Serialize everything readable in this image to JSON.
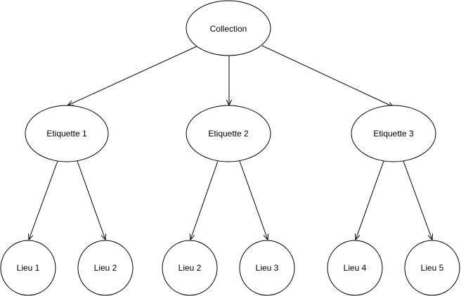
{
  "diagram": {
    "root": {
      "label": "Collection"
    },
    "tags": [
      {
        "label": "Etiquette 1",
        "places": [
          {
            "label": "Lieu 1"
          },
          {
            "label": "Lieu 2"
          }
        ]
      },
      {
        "label": "Etiquette 2",
        "places": [
          {
            "label": "Lieu 2"
          },
          {
            "label": "Lieu 3"
          }
        ]
      },
      {
        "label": "Etiquette 3",
        "places": [
          {
            "label": "Lieu 4"
          },
          {
            "label": "Lieu 5"
          }
        ]
      }
    ]
  },
  "colors": {
    "stroke": "#000000",
    "fill": "#ffffff",
    "text": "#000000"
  }
}
